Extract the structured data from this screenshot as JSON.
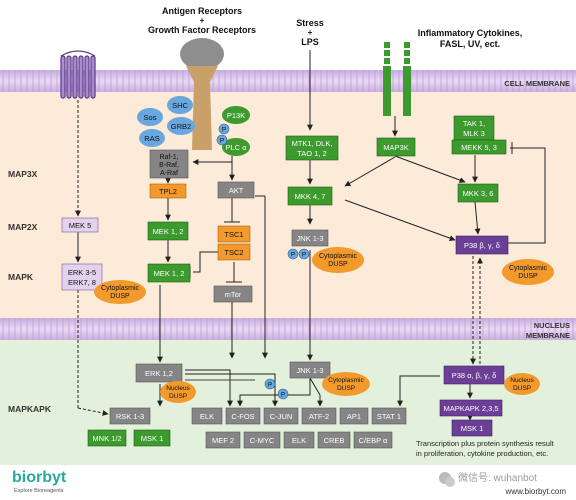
{
  "top_labels": {
    "antigen_line1": "Antigen Receptors",
    "antigen_line2": "+",
    "antigen_line3": "Growth Factor Receptors",
    "stress_line1": "Stress",
    "stress_line2": "+",
    "stress_line3": "LPS",
    "inflam_line1": "Inflammatory Cytokines,",
    "inflam_line2": "FASL, UV, ect."
  },
  "membranes": {
    "cell": "CELL MEMBRANE",
    "nucleus_line1": "NUCLEUS",
    "nucleus_line2": "MEMBRANE"
  },
  "levels": {
    "map3k": "MAP3X",
    "map2k": "MAP2X",
    "mapk": "MAPK",
    "mapkapk": "MAPKAPK"
  },
  "nodes": {
    "shc": "SHC",
    "sos": "Sos",
    "grb2": "GRB2",
    "ras": "RAS",
    "pi3k": "P13K",
    "plc": "PLC α",
    "raf_1": "Raf-1,",
    "raf_2": "B-Raf,",
    "raf_3": "A-Raf",
    "tpl2": "TPL2",
    "akt": "AKT",
    "mek12_a": "MEK 1, 2",
    "mek12_b": "MEK 1, 2",
    "tsc1": "TSC1",
    "tsc2": "TSC2",
    "mtor": "mTor",
    "mek5": "MEK 5",
    "erk35_1": "ERK 3-5",
    "erk35_2": "ERK7, 8",
    "cytoDusp1_1": "Cytoplasmic",
    "cytoDusp1_2": "DUSP",
    "mtk_1": "MTK1, DLK,",
    "mtk_2": "TAO 1, 2",
    "mkk47": "MKK 4, 7",
    "jnk13": "JNK 1-3",
    "cytoDusp2_1": "Cytoplasmic",
    "cytoDusp2_2": "DUSP",
    "map3k": "MAP3K",
    "tak_1": "TAK 1,",
    "tak_2": "MLK 3",
    "mekk53": "MEKK 5, 3",
    "mkk36": "MKK 3, 6",
    "p38_cyto": "P38 β, γ, δ",
    "cytoDusp3_1": "Cytoplasmic",
    "cytoDusp3_2": "DUSP",
    "erk12": "ERK 1,2",
    "nucleusDusp1_1": "Nucleus",
    "nucleusDusp1_2": "DUSP",
    "jnk13_n": "JNK 1-3",
    "cytoDusp4_1": "Cytoplasmic",
    "cytoDusp4_2": "DUSP",
    "p38_n": "P38 α, β, γ, δ",
    "nucleusDusp2_1": "Nucleus",
    "nucleusDusp2_2": "DUSP",
    "rsk13": "RSK 1-3",
    "mnk12": "MNK 1/2",
    "msk1_a": "MSK 1",
    "elk_a": "ELK",
    "cfos": "C-FOS",
    "cjun": "C-JUN",
    "atf2": "ATF-2",
    "ap1": "AP1",
    "stat1": "STAT 1",
    "mef2": "MEF 2",
    "cmyc": "C-MYC",
    "elk_b": "ELK",
    "creb": "CREB",
    "cebp": "C/EBP α",
    "mapkapk235": "MAPKAPK 2,3,5",
    "msk1_b": "MSK 1"
  },
  "phospho_label": "P",
  "footer": {
    "note_line1": "Transcription plus protein synthesis  result",
    "note_line2": "in proliferation, cytokine production, etc.",
    "brand": "biorbyt",
    "brand_tag": "Explore Bioreagents",
    "watermark": "微信号: wuhanbot",
    "url": "www.biorbyt.com"
  },
  "colors": {
    "green": "#3c9a2e",
    "grey": "#858585",
    "orange": "#f39a2d",
    "purple": "#6b3f96",
    "lavender": "#e2d2ee",
    "blue_p": "#6aa7de",
    "teal": "#27aa9e",
    "membrane": "#d8c4ea",
    "cytoplasm": "#fcebd9",
    "nucleus": "#dff0d9"
  }
}
